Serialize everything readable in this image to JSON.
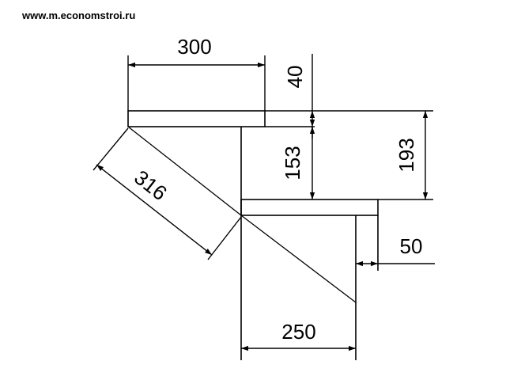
{
  "watermark": {
    "url": "www.m.economstroi.ru"
  },
  "drawing": {
    "line_color": "#000000",
    "dimensions": {
      "tread_width": "300",
      "tread_thickness": "40",
      "riser_height": "153",
      "step_height": "193",
      "stringer_length": "316",
      "nosing": "50",
      "going": "250"
    }
  }
}
